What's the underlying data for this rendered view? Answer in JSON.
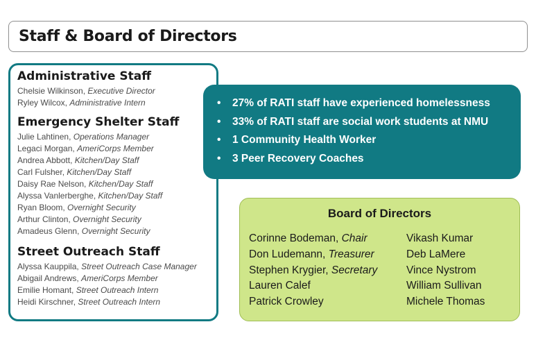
{
  "title": "Staff & Board of Directors",
  "administrative": {
    "heading": "Administrative Staff",
    "members": [
      {
        "name": "Chelsie Wilkinson",
        "role": "Executive Director"
      },
      {
        "name": "Ryley Wilcox",
        "role": "Administrative Intern"
      }
    ]
  },
  "shelter": {
    "heading": "Emergency Shelter Staff",
    "members": [
      {
        "name": "Julie Lahtinen",
        "role": "Operations Manager"
      },
      {
        "name": "Legaci Morgan",
        "role": "AmeriCorps Member"
      },
      {
        "name": "Andrea Abbott",
        "role": "Kitchen/Day Staff"
      },
      {
        "name": "Carl Fulsher",
        "role": "Kitchen/Day Staff"
      },
      {
        "name": "Daisy Rae Nelson",
        "role": "Kitchen/Day Staff"
      },
      {
        "name": "Alyssa Vanlerberghe",
        "role": "Kitchen/Day Staff"
      },
      {
        "name": "Ryan Bloom",
        "role": "Overnight Security"
      },
      {
        "name": "Arthur Clinton",
        "role": "Overnight Security"
      },
      {
        "name": "Amadeus Glenn",
        "role": "Overnight Security"
      }
    ]
  },
  "outreach": {
    "heading": "Street Outreach Staff",
    "members": [
      {
        "name": "Alyssa Kauppila",
        "role": "Street Outreach Case Manager"
      },
      {
        "name": "Abigail Andrews",
        "role": "AmeriCorps Member"
      },
      {
        "name": "Emilie Homant",
        "role": "Street Outreach Intern"
      },
      {
        "name": "Heidi Kirschner",
        "role": "Street Outreach Intern"
      }
    ]
  },
  "stats": {
    "bullet": "•",
    "items": [
      "27% of RATI staff have experienced homelessness",
      "33% of RATI staff are social work students at NMU",
      "1 Community Health Worker",
      "3 Peer Recovery Coaches"
    ]
  },
  "board": {
    "heading": "Board of Directors",
    "left": [
      {
        "name": "Corinne Bodeman",
        "role": "Chair"
      },
      {
        "name": "Don Ludemann",
        "role": "Treasurer"
      },
      {
        "name": "Stephen Krygier",
        "role": "Secretary"
      },
      {
        "name": "Lauren Calef",
        "role": ""
      },
      {
        "name": "Patrick Crowley",
        "role": ""
      }
    ],
    "right": [
      {
        "name": "Vikash Kumar"
      },
      {
        "name": "Deb LaMere"
      },
      {
        "name": "Vince Nystrom"
      },
      {
        "name": "William Sullivan"
      },
      {
        "name": "Michele Thomas"
      }
    ]
  },
  "colors": {
    "teal": "#117a83",
    "green": "#cfe68a"
  }
}
